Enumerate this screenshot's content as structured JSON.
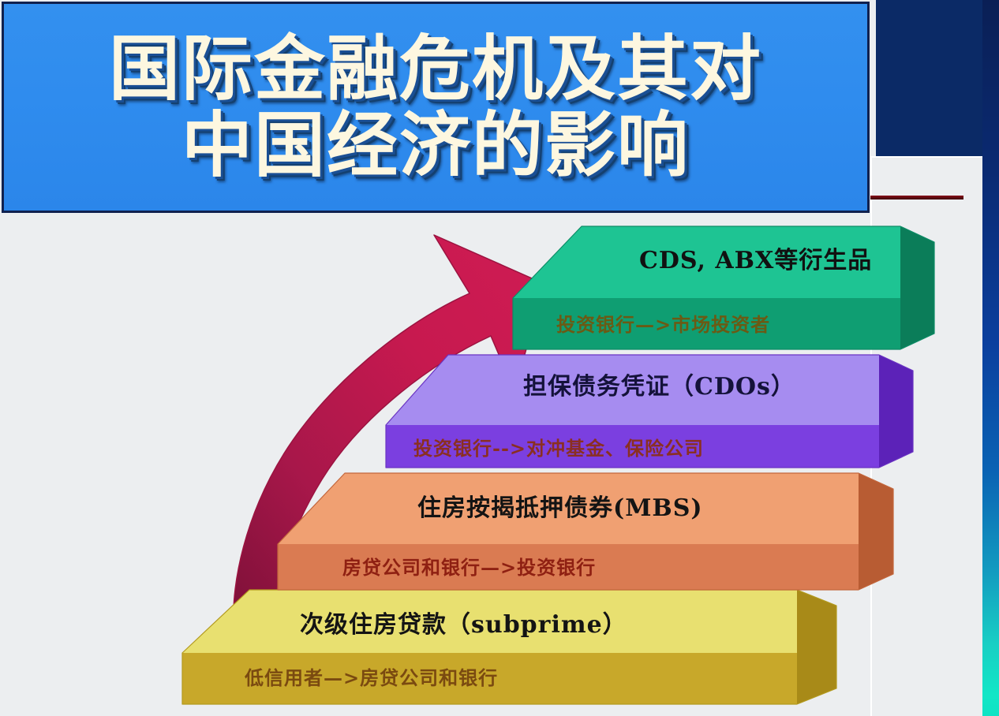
{
  "slide": {
    "title_lines": [
      "国际金融危机及其对",
      "中国经济的影响"
    ],
    "background_color": "#eceef0",
    "title_box_color": "#2f8cee",
    "title_text_color": "#fdf7e0",
    "title_border_color": "#10214f",
    "accent_rule_color": "#5d0a10",
    "edge_gradient_top": "#0a1f55",
    "edge_gradient_bottom": "#0fe3c4",
    "navy_block_color": "#0b2a66"
  },
  "arrow": {
    "name": "upward-curved-arrow",
    "color": "#c7194f",
    "direction": "up-right"
  },
  "pyramid": {
    "name": "securitization-chain-stack",
    "layers": [
      {
        "index": 4,
        "top_label": "CDS, ABX等衍生品",
        "side_label": "投资银行—>市场投资者",
        "top_color": "#1ec493",
        "front_color": "#0f9e72",
        "right_color": "#0b7d59",
        "top_label_color": "#111111",
        "side_label_color": "#6b5a14"
      },
      {
        "index": 3,
        "top_label": "担保债务凭证（CDOs）",
        "side_label": "投资银行-->对冲基金、保险公司",
        "top_color": "#a68cf0",
        "front_color": "#7b3fe0",
        "right_color": "#5c22b8",
        "top_label_color": "#14123a",
        "side_label_color": "#8a2f22"
      },
      {
        "index": 2,
        "top_label": "住房按揭抵押债券(MBS)",
        "side_label": "房贷公司和银行—>投资银行",
        "top_color": "#f0a072",
        "front_color": "#da7b52",
        "right_color": "#b85c33",
        "top_label_color": "#141414",
        "side_label_color": "#8f2012"
      },
      {
        "index": 1,
        "top_label": "次级住房贷款（subprime）",
        "side_label": "低信用者—>房贷公司和银行",
        "top_color": "#e8e070",
        "front_color": "#c8a82a",
        "right_color": "#a88a18",
        "top_label_color": "#141414",
        "side_label_color": "#7a4a10"
      }
    ]
  }
}
